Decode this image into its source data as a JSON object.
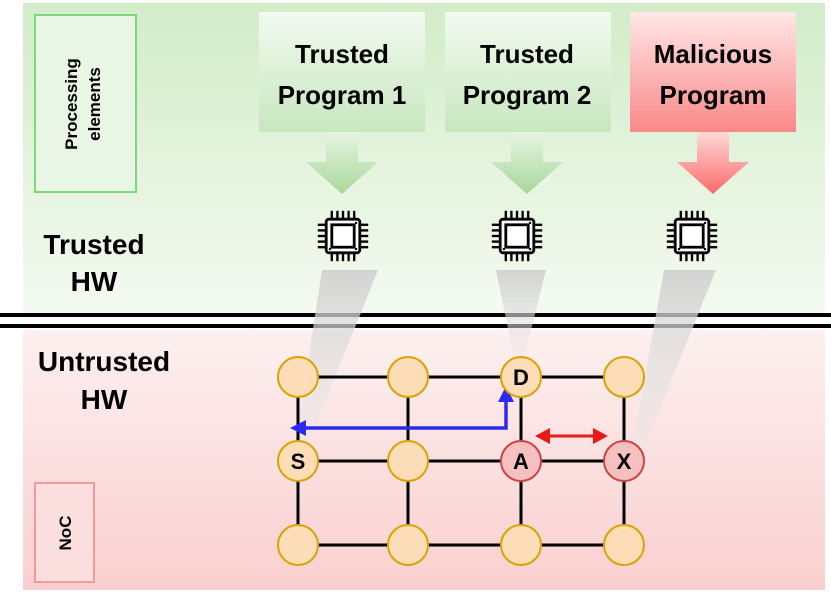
{
  "zones": {
    "trusted": {
      "label_line1": "Trusted",
      "label_line2": "HW",
      "fill": "#e5f4df",
      "legend_box": {
        "line1": "Processing",
        "line2": "elements",
        "stroke": "#7ed67e"
      }
    },
    "untrusted": {
      "label_line1": "Untrusted",
      "label_line2": "HW",
      "fill": "#fbe3e3",
      "legend_box": {
        "line1": "NoC",
        "stroke": "#f09a9a"
      }
    }
  },
  "programs": [
    {
      "line1": "Trusted",
      "line2": "Program 1",
      "kind": "trusted",
      "color": "#c5e6bd"
    },
    {
      "line1": "Trusted",
      "line2": "Program 2",
      "kind": "trusted",
      "color": "#c5e6bd"
    },
    {
      "line1": "Malicious",
      "line2": "Program",
      "kind": "malicious",
      "color": "#f98a8a"
    }
  ],
  "chips": [
    {
      "name": "processor-chip-1-icon",
      "icon": "chip-icon"
    },
    {
      "name": "processor-chip-2-icon",
      "icon": "chip-icon"
    },
    {
      "name": "processor-chip-3-icon",
      "icon": "chip-icon"
    }
  ],
  "noc": {
    "rows": 3,
    "cols": 4,
    "router_fill": "#fdddb8",
    "router_stroke": "#d9a400",
    "compromised_fill": "#f7c0c0",
    "compromised_stroke": "#c44",
    "labels": {
      "D": "D",
      "S": "S",
      "A": "A",
      "X": "X"
    }
  },
  "colors": {
    "path_arrow": "#2a2af0",
    "attack_arrow": "#e61a1a",
    "divider": "#000000"
  }
}
